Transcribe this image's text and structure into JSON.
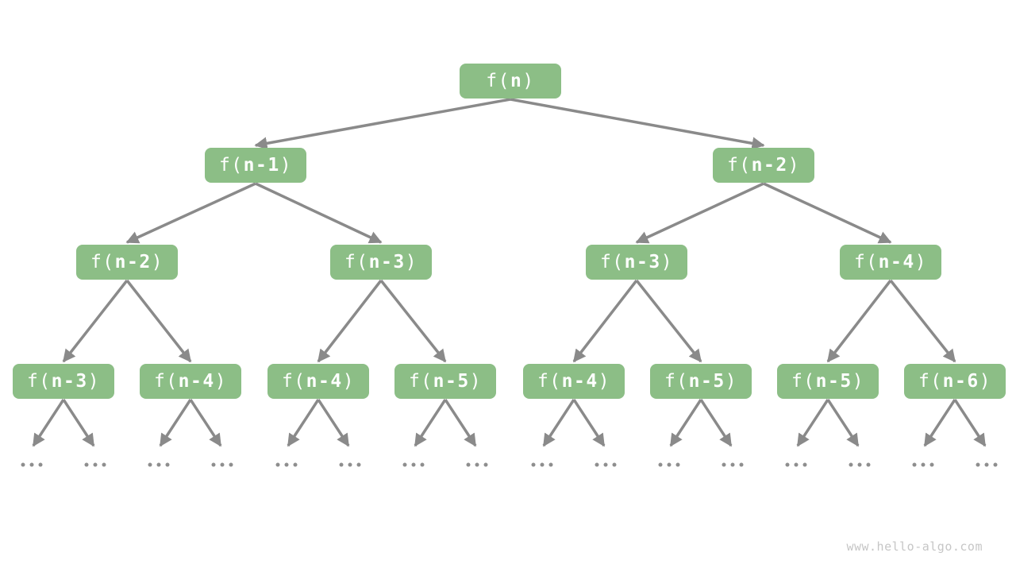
{
  "diagram": {
    "watermark": "www.hello-algo.com",
    "colors": {
      "node_fill": "#8CBE86",
      "node_text": "#FFFFFF",
      "edge": "#8A8A8A",
      "dots": "#8E8E8E",
      "watermark": "#C6C6C6",
      "background": "#FFFFFF"
    },
    "levels": [
      {
        "labels": [
          "f(n)"
        ]
      },
      {
        "labels": [
          "f(n-1)",
          "f(n-2)"
        ]
      },
      {
        "labels": [
          "f(n-2)",
          "f(n-3)",
          "f(n-3)",
          "f(n-4)"
        ]
      },
      {
        "labels": [
          "f(n-3)",
          "f(n-4)",
          "f(n-4)",
          "f(n-5)",
          "f(n-4)",
          "f(n-5)",
          "f(n-5)",
          "f(n-6)"
        ]
      }
    ],
    "ellipsis": {
      "symbol": "...",
      "count": 16
    }
  }
}
